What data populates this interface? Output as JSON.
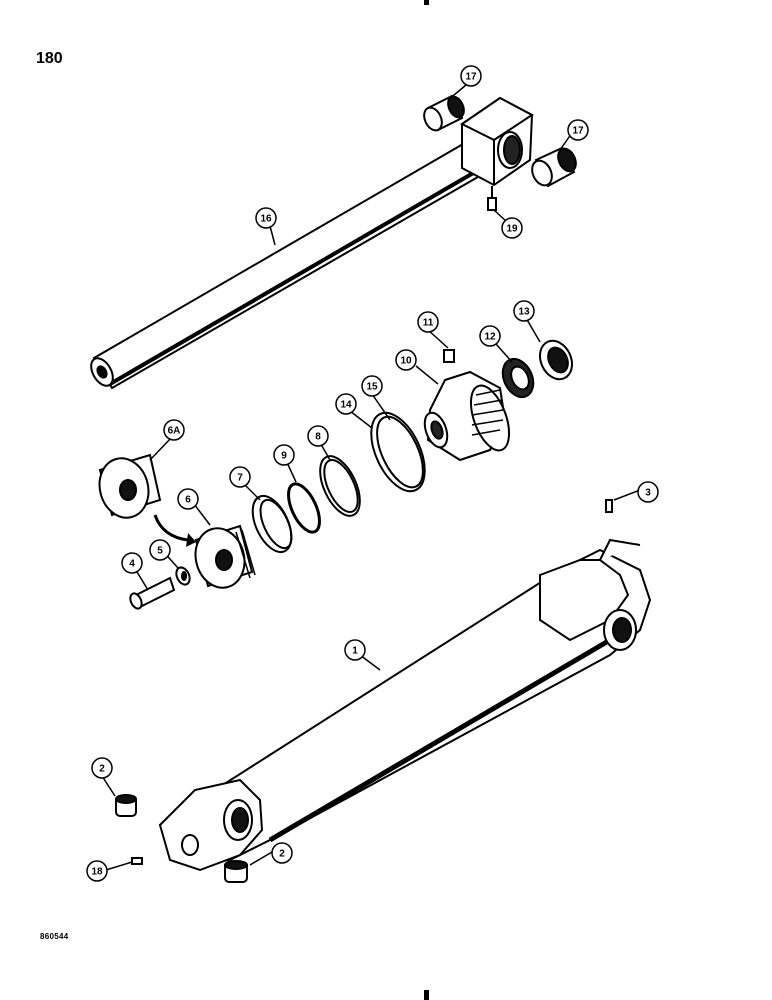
{
  "page": {
    "number": "180",
    "figure_code": "860544"
  },
  "callouts": [
    {
      "label": "17",
      "part": "bushing"
    },
    {
      "label": "17",
      "part": "bushing"
    },
    {
      "label": "19",
      "part": "grease-fitting"
    },
    {
      "label": "16",
      "part": "piston-rod"
    },
    {
      "label": "11",
      "part": "plug"
    },
    {
      "label": "12",
      "part": "rod-seal"
    },
    {
      "label": "13",
      "part": "wiper-seal"
    },
    {
      "label": "10",
      "part": "cylinder-head"
    },
    {
      "label": "15",
      "part": "backup-ring"
    },
    {
      "label": "14",
      "part": "o-ring"
    },
    {
      "label": "6A",
      "part": "piston-alternate"
    },
    {
      "label": "7",
      "part": "wear-ring"
    },
    {
      "label": "9",
      "part": "o-ring"
    },
    {
      "label": "8",
      "part": "backup-ring"
    },
    {
      "label": "6",
      "part": "piston"
    },
    {
      "label": "3",
      "part": "grease-fitting"
    },
    {
      "label": "5",
      "part": "washer"
    },
    {
      "label": "4",
      "part": "bolt"
    },
    {
      "label": "1",
      "part": "cylinder-tube"
    },
    {
      "label": "2",
      "part": "bushing"
    },
    {
      "label": "2",
      "part": "bushing"
    },
    {
      "label": "18",
      "part": "grease-fitting"
    }
  ]
}
